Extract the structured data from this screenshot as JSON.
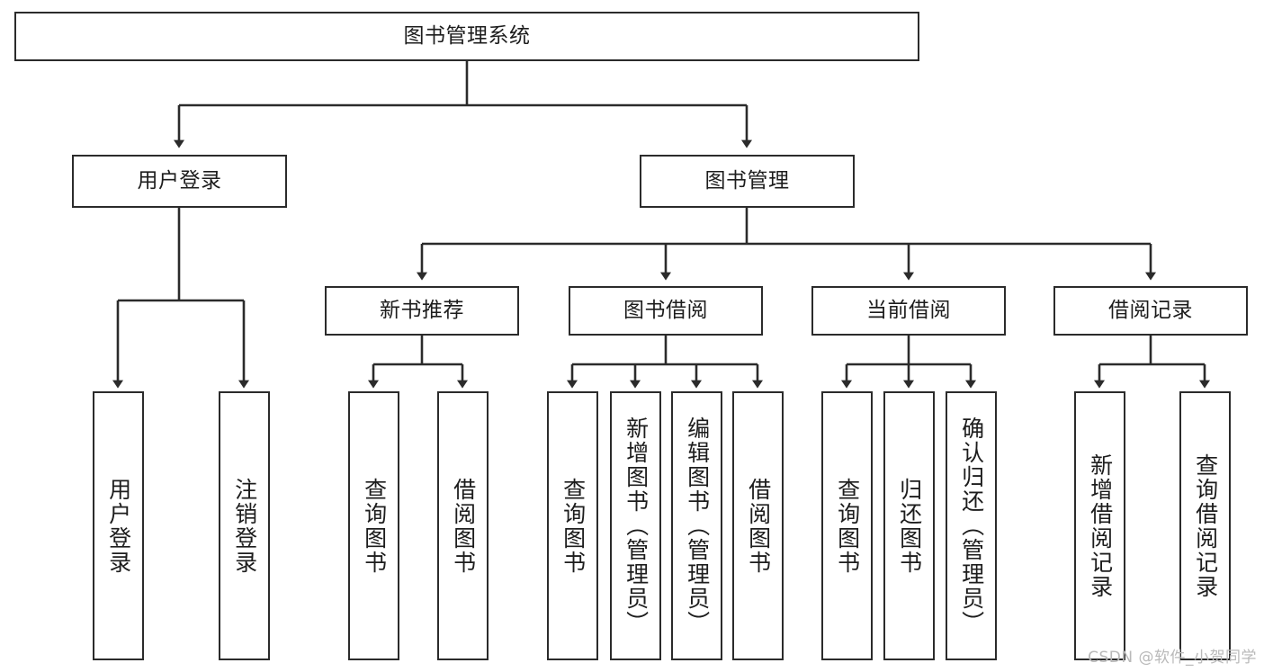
{
  "diagram": {
    "title": "图书管理系统",
    "type": "hierarchy-tree",
    "watermark": "CSDN @软件_小贺同学",
    "colors": {
      "box_border": "#2b2b2b",
      "box_fill": "#ffffff",
      "connector": "#2b2b2b",
      "text": "#1d1d1d",
      "watermark": "#b9b9b9"
    },
    "levels": {
      "root": {
        "label": "图书管理系统"
      },
      "level2": [
        {
          "label": "用户登录"
        },
        {
          "label": "图书管理"
        }
      ],
      "level3": [
        {
          "label": "新书推荐"
        },
        {
          "label": "图书借阅"
        },
        {
          "label": "当前借阅"
        },
        {
          "label": "借阅记录"
        }
      ],
      "leaves": {
        "user_login": [
          {
            "label": "用户登录"
          },
          {
            "label": "注销登录"
          }
        ],
        "new_book_recommend": [
          {
            "label": "查询图书"
          },
          {
            "label": "借阅图书"
          }
        ],
        "book_borrow": [
          {
            "label": "查询图书"
          },
          {
            "label": "新增图书（管理员）"
          },
          {
            "label": "编辑图书（管理员）"
          },
          {
            "label": "借阅图书"
          }
        ],
        "current_borrow": [
          {
            "label": "查询图书"
          },
          {
            "label": "归还图书"
          },
          {
            "label": "确认归还（管理员）"
          }
        ],
        "borrow_record": [
          {
            "label": "新增借阅记录"
          },
          {
            "label": "查询借阅记录"
          }
        ]
      }
    }
  }
}
